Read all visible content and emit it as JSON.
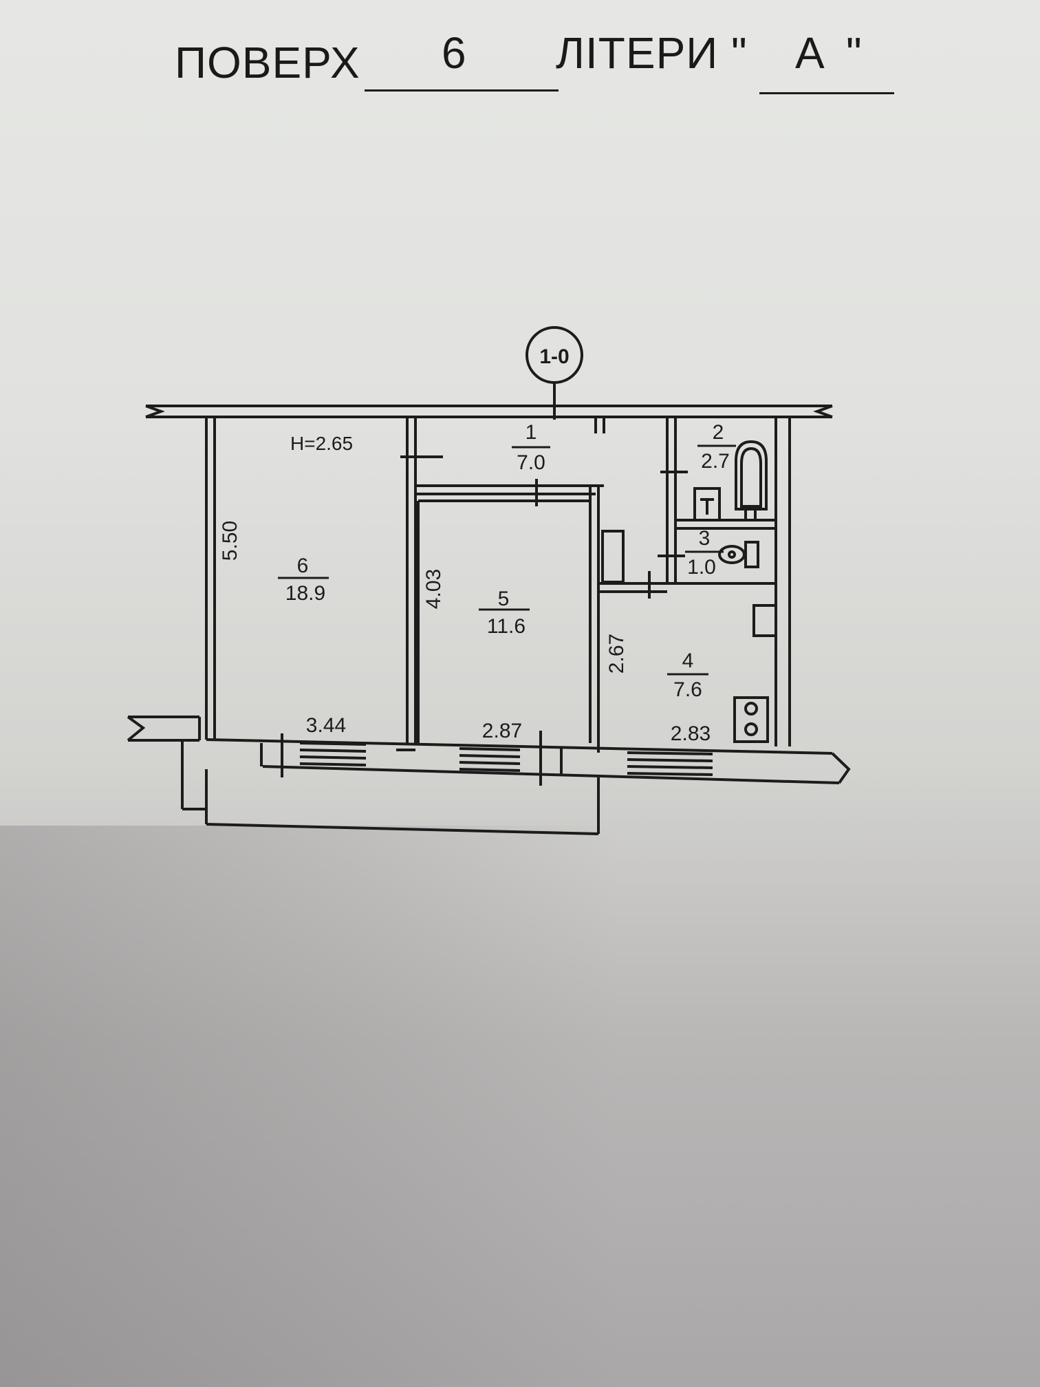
{
  "header": {
    "floor_label": "ПОВЕРХ",
    "floor_value": "6",
    "letter_label": "ЛІТЕРИ \"",
    "letter_value": "А",
    "letter_close": "\""
  },
  "plan": {
    "axis_mark": "1-0",
    "ceiling_height": "H=2.65",
    "rooms": [
      {
        "number": "1",
        "area": "7.0"
      },
      {
        "number": "2",
        "area": "2.7"
      },
      {
        "number": "3",
        "area": "1.0"
      },
      {
        "number": "4",
        "area": "7.6"
      },
      {
        "number": "5",
        "area": "11.6"
      },
      {
        "number": "6",
        "area": "18.9"
      }
    ],
    "dimensions": {
      "room6_length": "5.50",
      "room5_length": "4.03",
      "room4_length": "2.67",
      "room6_width": "3.44",
      "room5_width": "2.87",
      "room4_width": "2.83"
    }
  },
  "colors": {
    "paper": "#e3e4e1",
    "ink": "#1c1c1c",
    "stamp": "#3b3a8a"
  }
}
